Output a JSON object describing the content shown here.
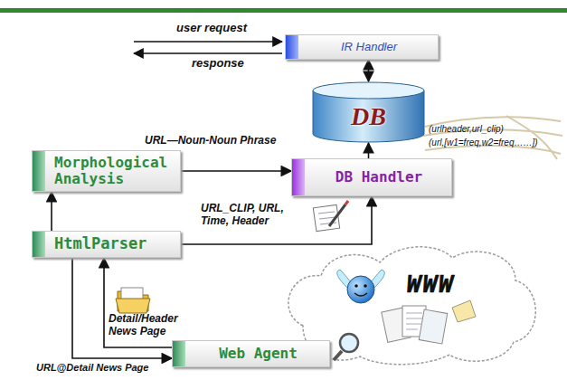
{
  "diagram": {
    "nodes": [
      {
        "text": [
          "IR Handler"
        ]
      },
      {
        "text": [
          "DB"
        ]
      },
      {
        "text": [
          "Morphological Analysis"
        ]
      },
      {
        "text": [
          "DB Handler"
        ]
      },
      {
        "text": [
          "HtmlParser"
        ]
      },
      {
        "text": [
          "Web Agent"
        ]
      }
    ],
    "edges": [
      {
        "from": 0,
        "to": 1,
        "arrow": "both"
      },
      {
        "from": 2,
        "to": 3,
        "arrow": "to"
      },
      {
        "from": 3,
        "to": 1,
        "arrow": "to"
      },
      {
        "from": 4,
        "to": 2,
        "arrow": "to"
      },
      {
        "from": 4,
        "to": 3,
        "arrow": "to"
      },
      {
        "from": 5,
        "to": 4,
        "arrow": "to"
      },
      {
        "from": 4,
        "to": 5,
        "arrow": "to"
      }
    ],
    "labels": [
      "user request",
      "response",
      "(urlheader,url_clip)",
      "(url,[w1=freq,w2=freq……])",
      "URL—Noun-Noun Phrase",
      "URL_CLIP, URL, Time, Header",
      "Detail/Header News Page",
      "URL@Detail News Page",
      "WWW"
    ]
  }
}
